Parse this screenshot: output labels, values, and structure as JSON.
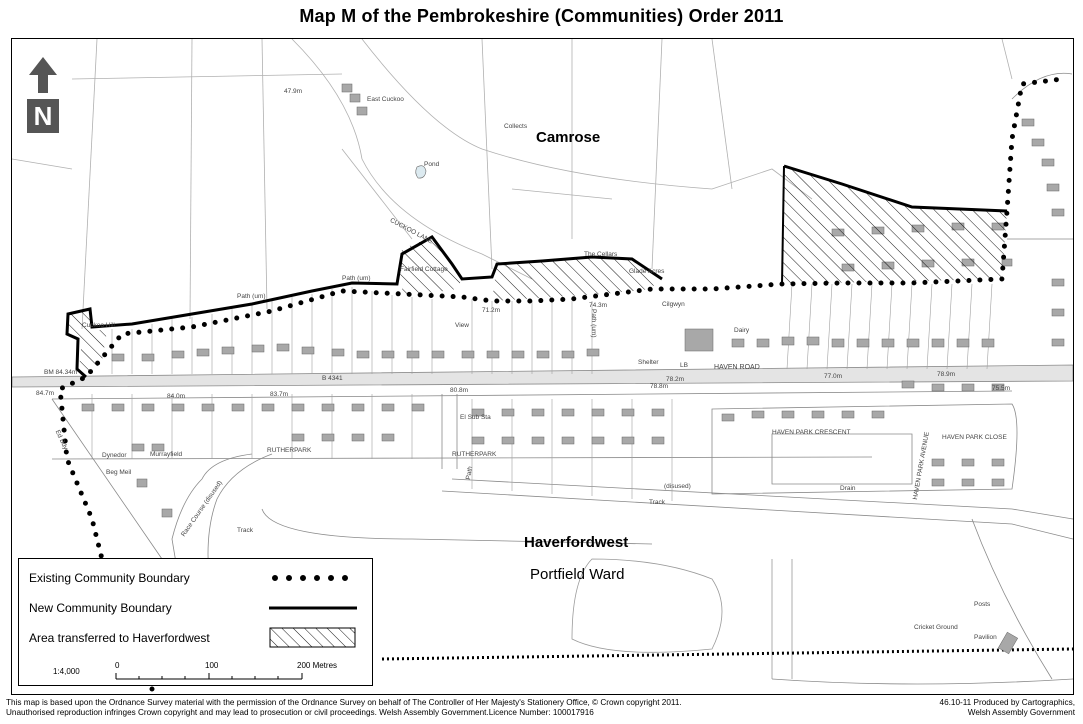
{
  "title": "Map M of the Pembrokeshire (Communities) Order 2011",
  "map": {
    "areas": {
      "camrose": "Camrose",
      "haverfordwest": "Haverfordwest",
      "ward": "Portfield Ward"
    },
    "north_symbol": "N",
    "labels": {
      "east_cuckoo": "East Cuckoo",
      "collects": "Collects",
      "pond": "Pond",
      "cuckoo_lane": "CUCKOO LANE",
      "fairfield_cottage": "Fairfield Cottage",
      "the_cellars": "The Cellars",
      "glade_acres": "Glade Acres",
      "cilgwyn": "Cilgwyn",
      "dairy": "Dairy",
      "shelter": "Shelter",
      "haven_road": "HAVEN ROAD",
      "b4341": "B 4341",
      "rutherpark_1": "RUTHERPARK",
      "rutherpark_2": "RUTHERPARK",
      "haven_park_crescent": "HAVEN PARK CRESCENT",
      "haven_park_close": "HAVEN PARK CLOSE",
      "haven_park_avenue": "HAVEN PARK AVENUE",
      "dynedor": "Dynedor",
      "murrayfield": "Murrayfield",
      "beg_meil": "Beg Meil",
      "race_course": "Race Course (disused)",
      "track_1": "Track",
      "track_2": "Track",
      "disused": "(disused)",
      "drain": "Drain",
      "path": "Path",
      "el_sub_sta": "El Sub Sta",
      "view": "View",
      "posts": "Posts",
      "cricket_ground": "Cricket Ground",
      "pavilion": "Pavilion",
      "cuckoo_hill": "Cuckoo Hill",
      "bm": "BM 84.34m",
      "spot_47_9": "47.9m",
      "spot_84_7": "84.7m",
      "spot_84_0": "84.0m",
      "spot_83_7": "83.7m",
      "spot_80_8": "80.8m",
      "spot_78_8": "78.8m",
      "spot_78_2a": "78.2m",
      "spot_77_0": "77.0m",
      "spot_78_9": "78.9m",
      "spot_75_5": "75.5m",
      "spot_71_2": "71.2m",
      "spot_74_3": "74.3m",
      "lb": "LB",
      "ed_bdy": "Ed Bdy",
      "path_um_1": "Path (um)",
      "path_um_2": "Path (um)",
      "path_um_3": "Path (um)"
    }
  },
  "legend": {
    "existing": "Existing Community Boundary",
    "new": "New Community Boundary",
    "area": "Area transferred to Haverfordwest",
    "scale_ratio": "1:4,000",
    "scale_0": "0",
    "scale_100": "100",
    "scale_200": "200 Metres"
  },
  "footer": {
    "left_line1": "This map is based upon the Ordnance Survey material with the permission of the Ordnance Survey on behalf of The Controller of Her Majesty's Stationery Office, © Crown copyright 2011.",
    "left_line2": "Unauthorised reproduction infringes Crown copyright and may lead to prosecution or civil proceedings. Welsh Assembly Government.Licence Number: 100017916",
    "right_line1": "46.10-11 Produced by Cartographics,",
    "right_line2": "Welsh Assembly Government"
  },
  "colors": {
    "building": "#a8a8a8",
    "road_fill": "#e4e4e4",
    "line": "#9a9a9a",
    "boundary": "#000000"
  }
}
